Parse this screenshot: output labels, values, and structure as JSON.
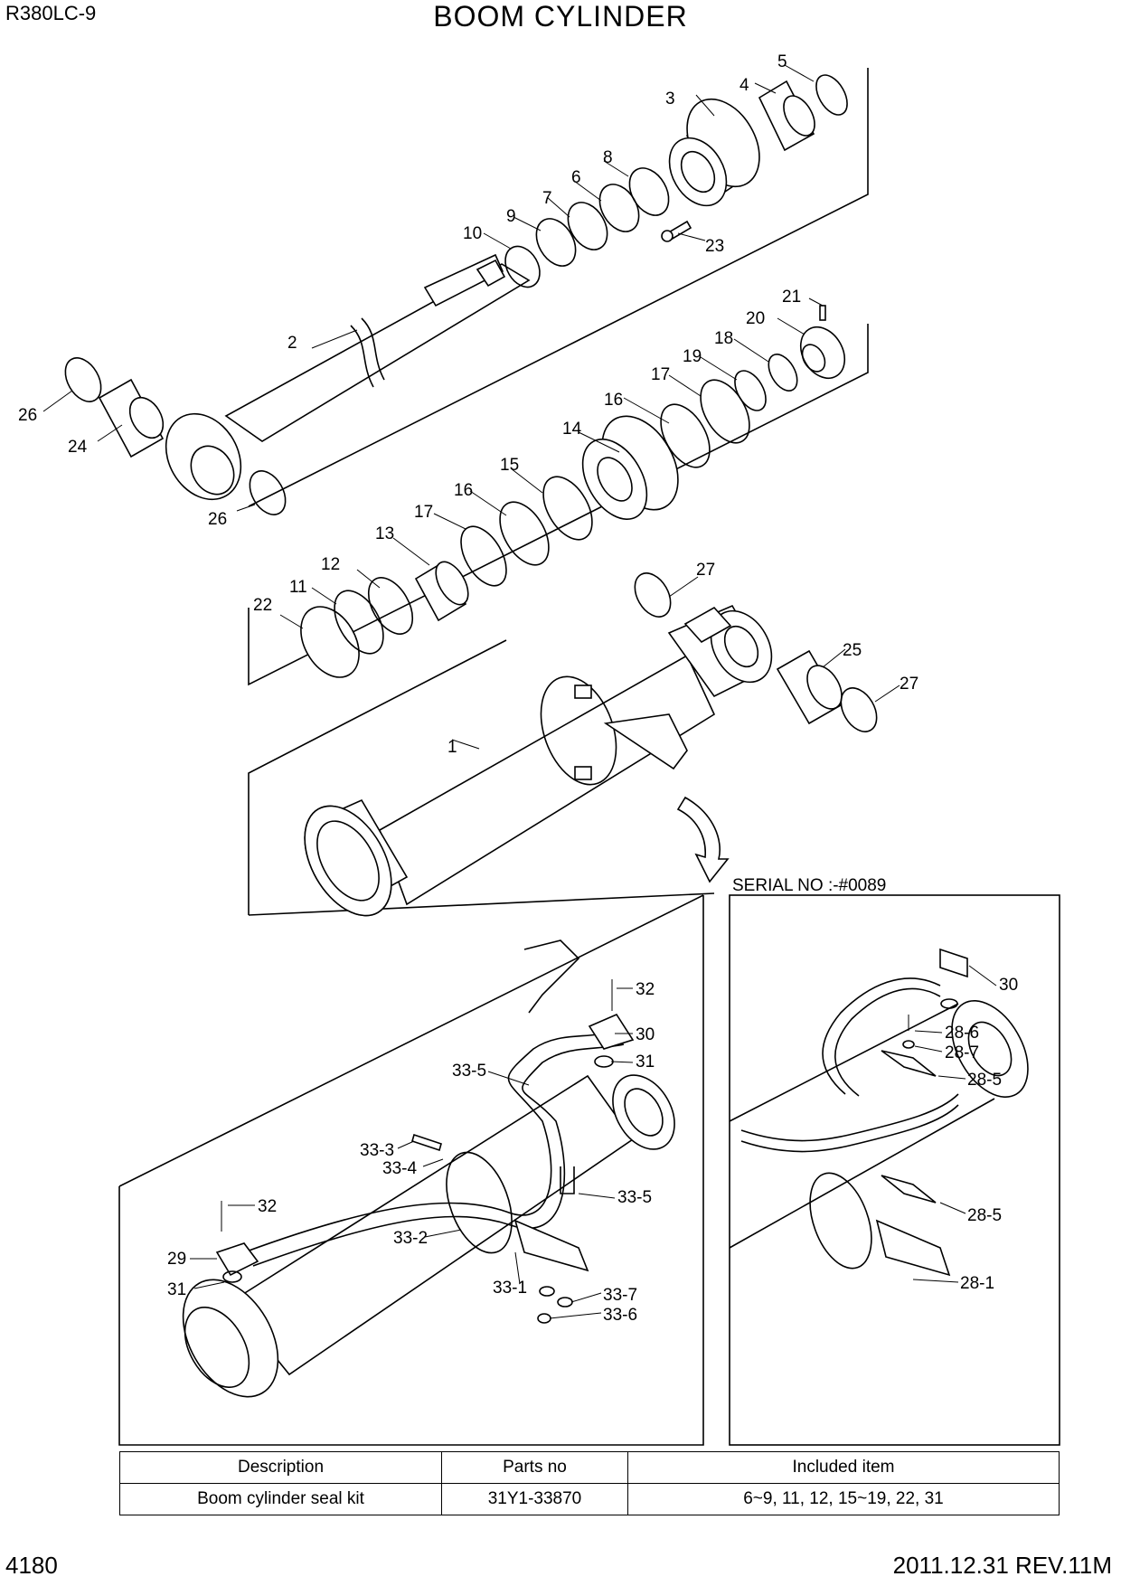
{
  "header": {
    "model": "R380LC-9",
    "title": "BOOM CYLINDER"
  },
  "footer": {
    "page_number": "4180",
    "revision": "2011.12.31  REV.11M"
  },
  "serial_note": "SERIAL NO :-#0089",
  "callouts": {
    "c1": "1",
    "c2": "2",
    "c3": "3",
    "c4": "4",
    "c5": "5",
    "c6": "6",
    "c7": "7",
    "c8": "8",
    "c9": "9",
    "c10": "10",
    "c11": "11",
    "c12": "12",
    "c13": "13",
    "c14": "14",
    "c15": "15",
    "c16a": "16",
    "c16b": "16",
    "c17a": "17",
    "c17b": "17",
    "c18": "18",
    "c19": "19",
    "c20": "20",
    "c21": "21",
    "c22": "22",
    "c23": "23",
    "c24": "24",
    "c25": "25",
    "c26a": "26",
    "c26b": "26",
    "c27a": "27",
    "c27b": "27",
    "c29": "29",
    "c30a": "30",
    "c30b": "30",
    "c31a": "31",
    "c31b": "31",
    "c32a": "32",
    "c32b": "32",
    "c33_1": "33-1",
    "c33_2": "33-2",
    "c33_3": "33-3",
    "c33_4": "33-4",
    "c33_5a": "33-5",
    "c33_5b": "33-5",
    "c33_6": "33-6",
    "c33_7": "33-7",
    "c28_1": "28-1",
    "c28_5a": "28-5",
    "c28_5b": "28-5",
    "c28_6": "28-6",
    "c28_7": "28-7"
  },
  "kit_table": {
    "headers": {
      "description": "Description",
      "parts_no": "Parts no",
      "included_item": "Included item"
    },
    "rows": [
      {
        "description": "Boom cylinder seal kit",
        "parts_no": "31Y1-33870",
        "included_item": "6~9, 11, 12, 15~19, 22, 31"
      }
    ]
  }
}
